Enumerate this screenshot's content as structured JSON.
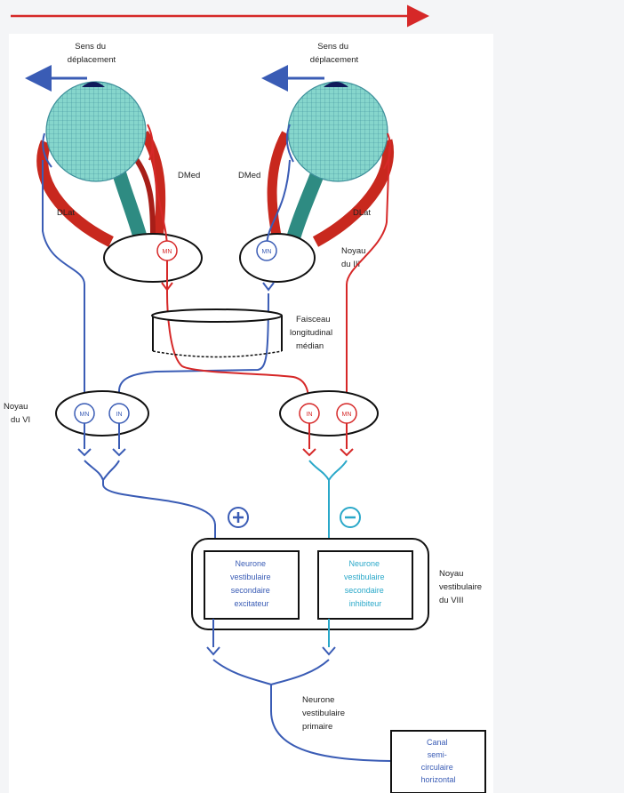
{
  "labels": {
    "sens_left": [
      "Sens du",
      "déplacement"
    ],
    "sens_right": [
      "Sens du",
      "déplacement"
    ],
    "dmed_left": "DMed",
    "dmed_right": "DMed",
    "dlat_left": "DLat",
    "dlat_right": "DLat",
    "noyau_iii": [
      "Noyau",
      "du III"
    ],
    "flm": [
      "Faisceau",
      "longitudinal",
      "médian"
    ],
    "noyau_vi": [
      "Noyau",
      "du VI"
    ],
    "mn": "MN",
    "in": "IN",
    "plus": "+",
    "minus": "−",
    "box_exc": [
      "Neurone",
      "vestibulaire",
      "secondaire",
      "excitateur"
    ],
    "box_inh": [
      "Neurone",
      "vestibulaire",
      "secondaire",
      "inhibiteur"
    ],
    "noyau_viii": [
      "Noyau",
      "vestibulaire",
      "du VIII"
    ],
    "primaire": [
      "Neurone",
      "vestibulaire",
      "primaire"
    ],
    "canal": [
      "Canal",
      "semi-",
      "circulaire",
      "horizontal"
    ]
  },
  "colors": {
    "red": "#d62828",
    "blue": "#3a5cb5",
    "cyan": "#2aa8c9",
    "eye": "#7fd1c9",
    "teal": "#2e8b82",
    "muscle_red": "#c8281e"
  }
}
